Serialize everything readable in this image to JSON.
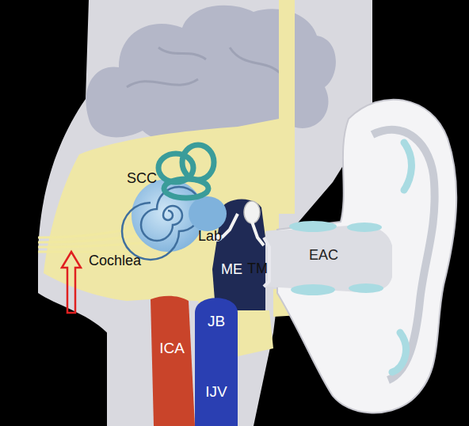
{
  "diagram": {
    "nodes": [
      {
        "text": [
          "ICA"
        ]
      },
      {
        "text": [
          "JB",
          "IJV"
        ]
      }
    ],
    "labels": [
      "SCC",
      "Lab",
      "Cochlea",
      "ME",
      "TM",
      "EAC"
    ]
  }
}
